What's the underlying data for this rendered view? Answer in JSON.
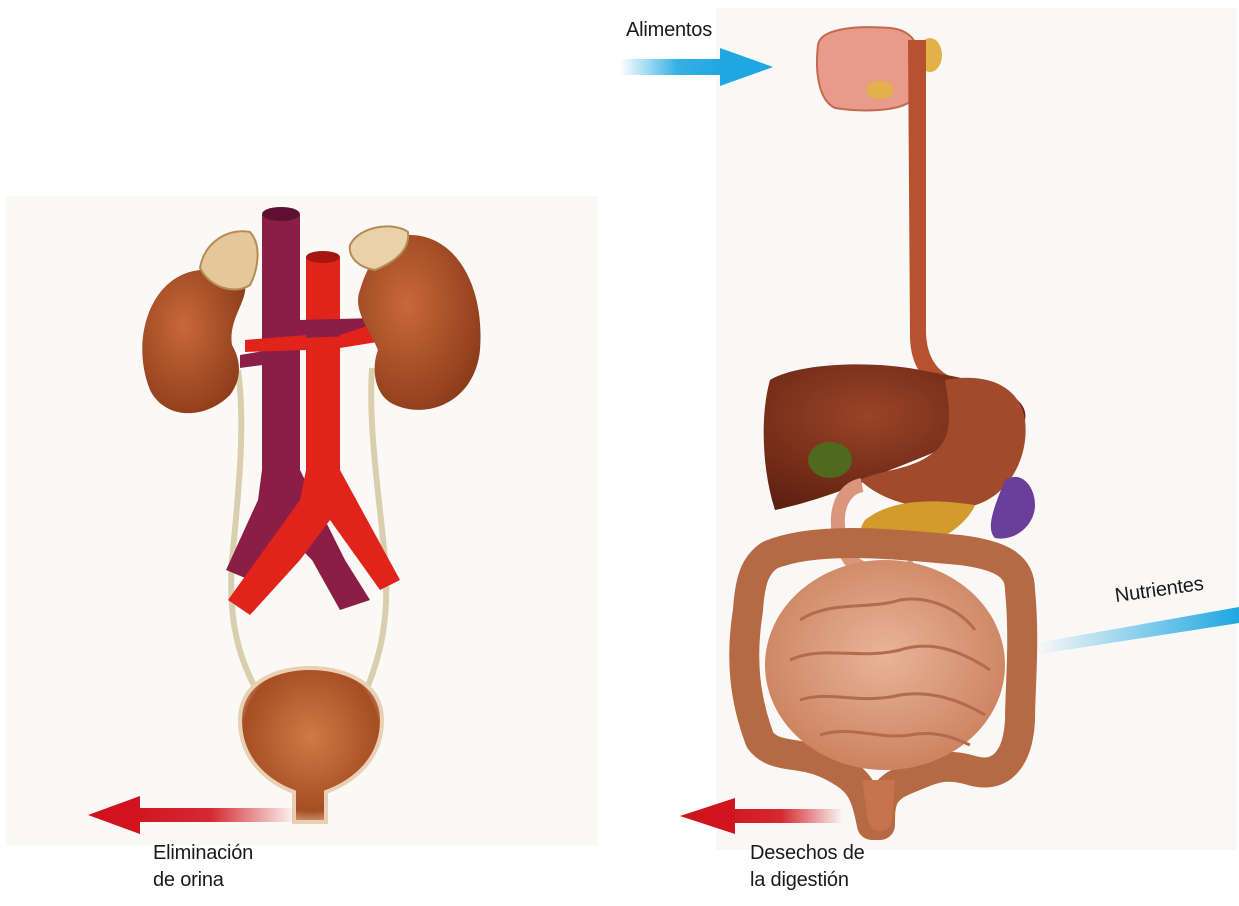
{
  "labels": {
    "alimentos": "Alimentos",
    "nutrientes": "Nutrientes",
    "orina_line1": "Eliminación",
    "orina_line2": "de orina",
    "desechos_line1": "Desechos de",
    "desechos_line2": "la digestión"
  },
  "colors": {
    "input_arrow": "#1ea7e1",
    "output_arrow": "#d0131d",
    "vein": "#8a1e46",
    "artery": "#e0231b",
    "kidney": "#a54a24",
    "ureter": "#d9cfae",
    "liver": "#7a2f1c",
    "stomach": "#a0472a",
    "spleen": "#6a3f9a",
    "intestine": "#d79a7a",
    "colon": "#b56a43"
  }
}
